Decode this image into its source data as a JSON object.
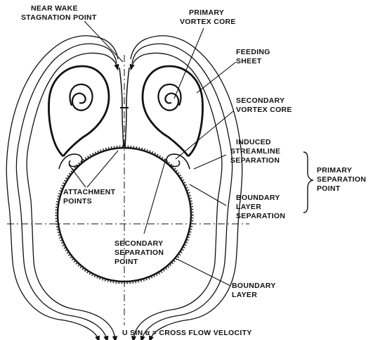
{
  "labels": {
    "near_wake": [
      "NEAR WAKE",
      "STAGNATION POINT"
    ],
    "primary_vortex": [
      "PRIMARY",
      "VORTEX CORE"
    ],
    "feeding_sheet": [
      "FEEDING",
      "SHEET"
    ],
    "secondary_vortex": [
      "SECONDARY",
      "VORTEX CORE"
    ],
    "induced_separation": [
      "INDUCED",
      "STREAMLINE",
      "SEPARATION"
    ],
    "primary_separation": [
      "PRIMARY",
      "SEPARATION",
      "POINT"
    ],
    "attachment_points": [
      "ATTACHMENT",
      "POINTS"
    ],
    "boundary_layer_separation": [
      "BOUNDARY",
      "LAYER",
      "SEPARATION"
    ],
    "secondary_separation": [
      "SECONDARY",
      "SEPARATION",
      "POINT"
    ],
    "boundary_layer": [
      "BOUNDARY",
      "LAYER"
    ],
    "cross_flow": "U SIN α = CROSS FLOW VELOCITY"
  },
  "colors": {
    "ink": "#111111",
    "background": "#ffffff"
  }
}
